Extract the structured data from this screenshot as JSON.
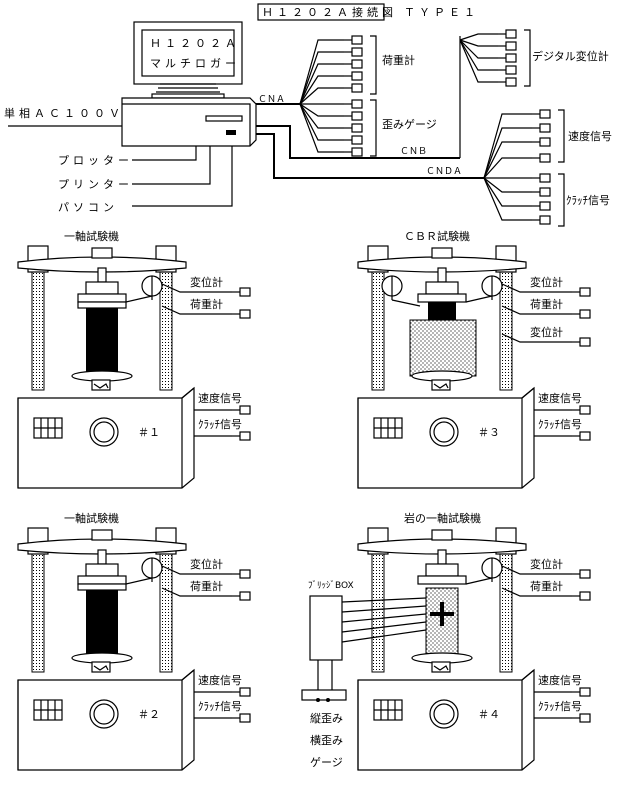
{
  "title": "Ｈ１２０２Ａ接続図",
  "type_label": "ＴＹＰＥ１",
  "logger": {
    "line1": "Ｈ１２０２Ａ",
    "line2": "マルチロガー"
  },
  "power_label": "単相ＡＣ１００Ｖ",
  "outputs": [
    "プロッター",
    "プリンター",
    "パソコン"
  ],
  "connectors": {
    "cna": "ＣＮＡ",
    "cnb": "ＣＮＢ",
    "cnda": "ＣＮＤＡ"
  },
  "sensor_groups": {
    "load_meter": "荷重計",
    "strain_gauge": "歪みゲージ",
    "digital_disp": "デジタル変位計",
    "speed_signal": "速度信号",
    "clutch_signal": "ｸﾗｯﾁ信号"
  },
  "machines": [
    {
      "title": "一軸試験機",
      "num": "＃１",
      "labels": [
        "変位計",
        "荷重計",
        "速度信号",
        "ｸﾗｯﾁ信号"
      ]
    },
    {
      "title": "ＣＢＲ試験機",
      "num": "＃３",
      "labels": [
        "変位計",
        "荷重計",
        "変位計",
        "速度信号",
        "ｸﾗｯﾁ信号"
      ]
    },
    {
      "title": "一軸試験機",
      "num": "＃２",
      "labels": [
        "変位計",
        "荷重計",
        "速度信号",
        "ｸﾗｯﾁ信号"
      ]
    },
    {
      "title": "岩の一軸試験機",
      "num": "＃４",
      "labels": [
        "変位計",
        "荷重計",
        "速度信号",
        "ｸﾗｯﾁ信号"
      ]
    }
  ],
  "bridge_box": "ﾌﾞﾘｯｼﾞBOX",
  "strain_labels": [
    "縦歪み",
    "横歪み",
    "ゲージ"
  ]
}
